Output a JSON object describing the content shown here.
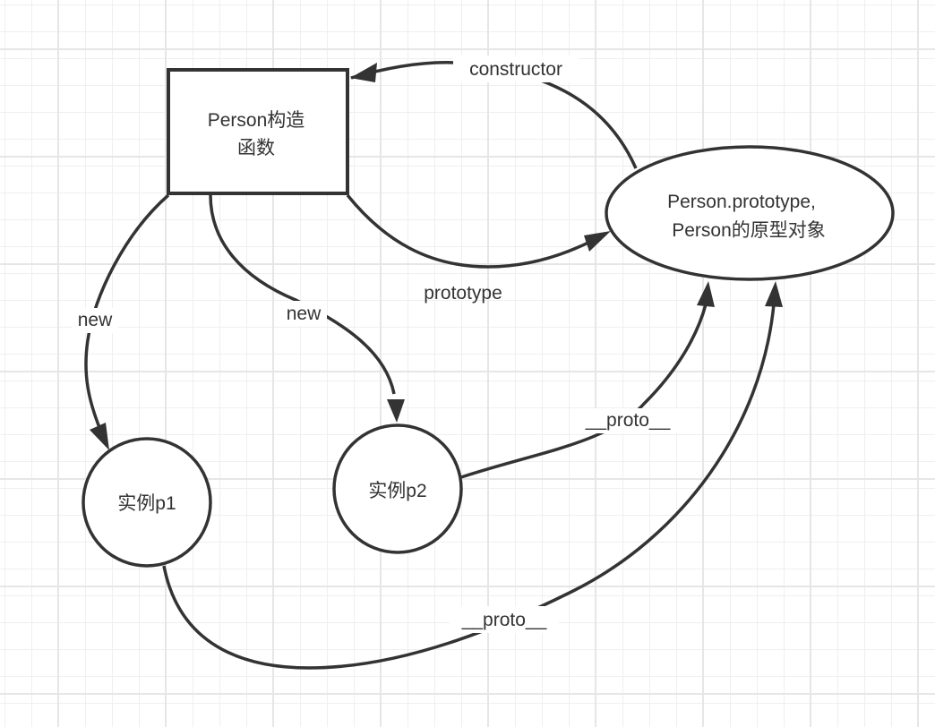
{
  "diagram": {
    "nodes": {
      "constructor_box": {
        "lines": [
          "Person构造",
          "函数"
        ]
      },
      "prototype_ellipse": {
        "lines": [
          "Person.prototype,",
          "Person的原型对象"
        ]
      },
      "instance_p1": {
        "label": "实例p1"
      },
      "instance_p2": {
        "label": "实例p2"
      }
    },
    "edges": {
      "constructor": {
        "label": "constructor",
        "from": "prototype_ellipse",
        "to": "constructor_box"
      },
      "prototype": {
        "label": "prototype",
        "from": "constructor_box",
        "to": "prototype_ellipse"
      },
      "new_p1": {
        "label": "new",
        "from": "constructor_box",
        "to": "instance_p1"
      },
      "new_p2": {
        "label": "new",
        "from": "constructor_box",
        "to": "instance_p2"
      },
      "proto_p2": {
        "label": "__proto__",
        "from": "instance_p2",
        "to": "prototype_ellipse"
      },
      "proto_p1": {
        "label": "__proto__",
        "from": "instance_p1",
        "to": "prototype_ellipse"
      }
    },
    "colors": {
      "stroke": "#333333",
      "grid": "#e6e6e6",
      "background": "#ffffff"
    }
  }
}
